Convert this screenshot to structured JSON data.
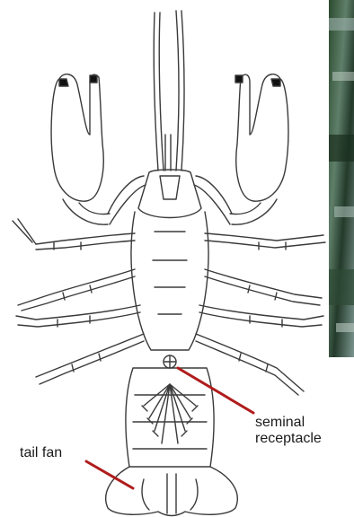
{
  "labels": {
    "seminal_line1": "seminal",
    "seminal_line2": "receptacle",
    "tail_fan": "tail fan"
  },
  "colors": {
    "outline": "#3a3a3a",
    "leader": "#b01c1c",
    "photo_dark": "#1e3a22",
    "photo_mid": "#3f6b3a",
    "photo_light": "#8aa3a8"
  }
}
